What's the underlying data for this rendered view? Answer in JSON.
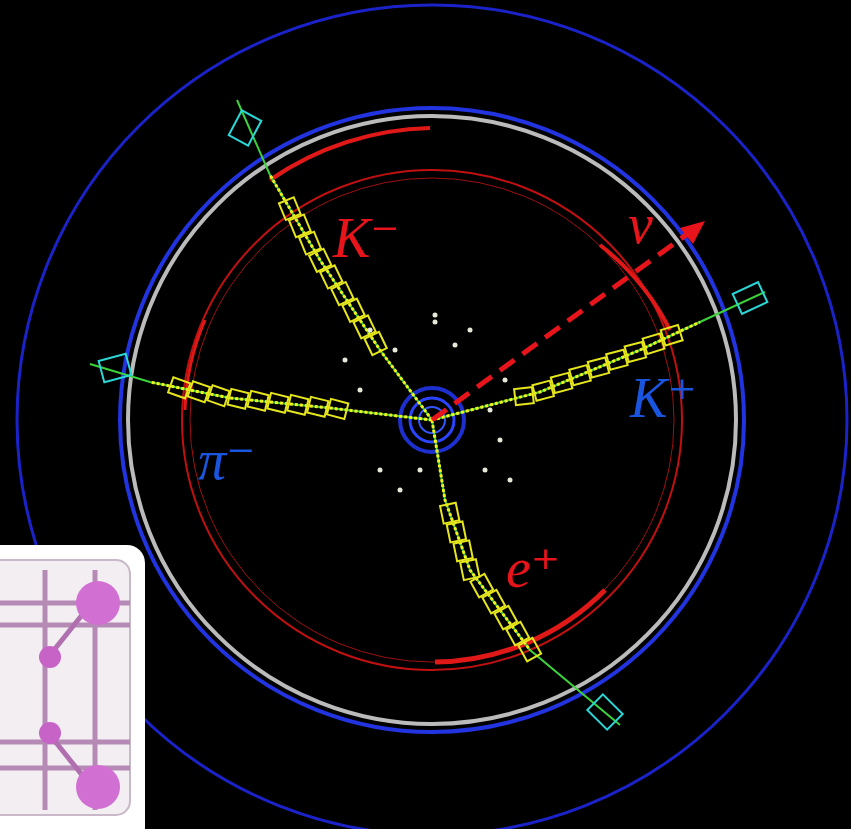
{
  "diagram": {
    "labels": [
      "K⁻",
      "ν",
      "K⁺",
      "π⁻",
      "e⁺"
    ]
  }
}
